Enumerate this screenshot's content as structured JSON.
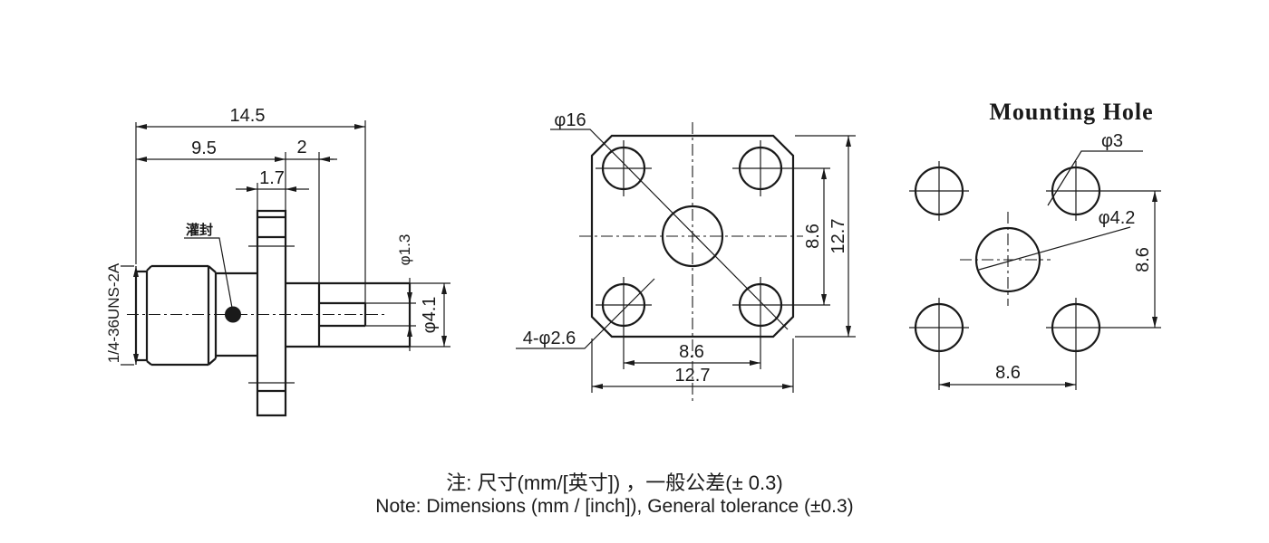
{
  "drawing": {
    "side_view": {
      "thread_spec": "1/4-36UNS-2A",
      "potting_label": "灌封",
      "dim_total_length": "14.5",
      "dim_body_length": "9.5",
      "dim_insulator_protrusion": "2",
      "dim_flange_thickness": "1.7",
      "dim_pin_diameter": "φ1.3",
      "dim_insulator_diameter": "φ4.1"
    },
    "front_view": {
      "dim_flange_diagonal": "φ16",
      "dim_mount_holes": "4-φ2.6",
      "dim_hole_spacing_vertical": "8.6",
      "dim_flange_height": "12.7",
      "dim_hole_spacing_horizontal": "8.6",
      "dim_flange_width": "12.7"
    },
    "mounting_view": {
      "title": "Mounting Hole",
      "dim_corner_hole_diameter": "φ3",
      "dim_center_hole_diameter": "φ4.2",
      "dim_spacing_vertical": "8.6",
      "dim_spacing_horizontal": "8.6"
    },
    "notes": {
      "line_zh": "注: 尺寸(mm/[英寸]) ，一般公差(± 0.3)",
      "line_en": "Note: Dimensions (mm / [inch]), General tolerance (±0.3)"
    },
    "colors": {
      "line_color": "#1a1a1a",
      "background": "#ffffff"
    }
  }
}
